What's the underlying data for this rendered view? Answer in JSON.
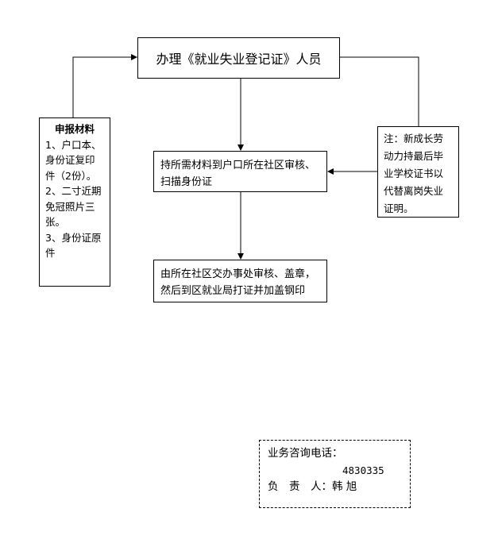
{
  "title": "办理《就业失业登记证》人员",
  "step1": "持所需材料到户口所在社区审核、扫描身份证",
  "step2": "由所在社区交办事处审核、盖章，然后到区就业局打证并加盖钢印",
  "materials": {
    "heading": "申报材料",
    "items": [
      "1、户口本、身份证复印件（2份）。",
      "2、二寸近期免冠照片三张。",
      "3、身份证原件"
    ]
  },
  "note": "注：新成长劳动力持最后毕业学校证书以代替离岗失业证明。",
  "contact": {
    "label": "业务咨询电话：",
    "phone": "4830335",
    "person_label": "负　责　人：",
    "person_name": "韩 旭"
  }
}
